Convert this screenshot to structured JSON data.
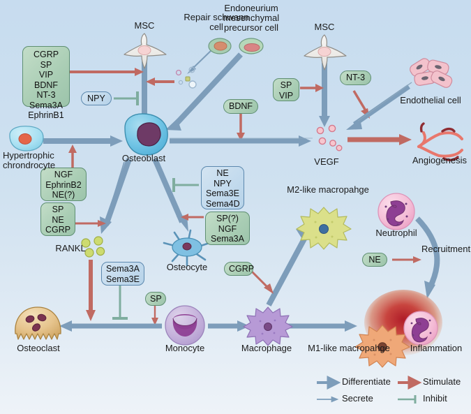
{
  "figure": {
    "background_top": "#c7dcef",
    "background_bottom": "#eef3f8",
    "colors": {
      "differentiate_arrow": "#7d9dba",
      "secrete_arrow": "#7d9dba",
      "stimulate_arrow": "#c06a62",
      "inhibit_bar": "#7fad9f",
      "green_box_fill": "#a9cdb4",
      "green_box_border": "#5f8f72",
      "blue_box_fill": "#bfd8ec",
      "blue_box_border": "#5c88ae"
    }
  },
  "cell_labels": {
    "msc_left": "MSC",
    "msc_right": "MSC",
    "repair_schwann_cell": "Repair schwann\ncell",
    "endoneurium_precursor": "Endoneurium\nmesenchymal\nprecursor cell",
    "endothelial_cell": "Endothelial cell",
    "hypertrophic_chondrocyte": "Hypertrophic\nchrondrocyte",
    "osteoblast": "Osteoblast",
    "osteocyte": "Osteocyte",
    "osteoclast": "Osteoclast",
    "monocyte": "Monocyte",
    "macrophage": "Macrophage",
    "m1_macrophage": "M1-like macropahge",
    "m2_macrophage": "M2-like macropahge",
    "neutrophil": "Neutrophil",
    "inflammation": "Inflammation",
    "vegf": "VEGF",
    "rankl": "RANKL",
    "angiogenesis": "Angiogenesis",
    "recruitment": "Recruitment"
  },
  "molecule_boxes": [
    {
      "id": "box-cgrp-group",
      "type": "green",
      "lines": [
        "CGRP",
        "SP",
        "VIP",
        "BDNF",
        "NT-3",
        "Sema3A",
        "EphrinB1"
      ]
    },
    {
      "id": "box-npy",
      "type": "blue",
      "lines": [
        "NPY"
      ]
    },
    {
      "id": "box-bdnf",
      "type": "green",
      "lines": [
        "BDNF"
      ]
    },
    {
      "id": "box-sp-vip",
      "type": "green",
      "lines": [
        "SP",
        "VIP"
      ]
    },
    {
      "id": "box-nt3",
      "type": "green",
      "lines": [
        "NT-3"
      ]
    },
    {
      "id": "box-ngf-ephrinb2",
      "type": "green",
      "lines": [
        "NGF",
        "EphrinB2",
        "NE(?)"
      ]
    },
    {
      "id": "box-sp-ne-cgrp",
      "type": "green",
      "lines": [
        "SP",
        "NE",
        "CGRP"
      ]
    },
    {
      "id": "box-ne-npy-sema",
      "type": "blue",
      "lines": [
        "NE",
        "NPY",
        "Sema3E",
        "Sema4D"
      ]
    },
    {
      "id": "box-sp-ngf-sema3a",
      "type": "green",
      "lines": [
        "SP(?)",
        "NGF",
        "Sema3A"
      ]
    },
    {
      "id": "box-sema3a-sema3e",
      "type": "blue",
      "lines": [
        "Sema3A",
        "Sema3E"
      ]
    },
    {
      "id": "box-sp-monocyte",
      "type": "green",
      "lines": [
        "SP"
      ]
    },
    {
      "id": "box-cgrp-macrophage",
      "type": "green",
      "lines": [
        "CGRP"
      ]
    },
    {
      "id": "box-ne-neutrophil",
      "type": "green",
      "lines": [
        "NE"
      ]
    }
  ],
  "legend": {
    "items": [
      {
        "label": "Differentiate",
        "kind": "thick-arrow",
        "color": "#7d9dba"
      },
      {
        "label": "Stimulate",
        "kind": "thick-arrow",
        "color": "#c06a62"
      },
      {
        "label": "Secrete",
        "kind": "thin-arrow",
        "color": "#7d9dba"
      },
      {
        "label": "Inhibit",
        "kind": "bar",
        "color": "#7fad9f"
      }
    ]
  }
}
